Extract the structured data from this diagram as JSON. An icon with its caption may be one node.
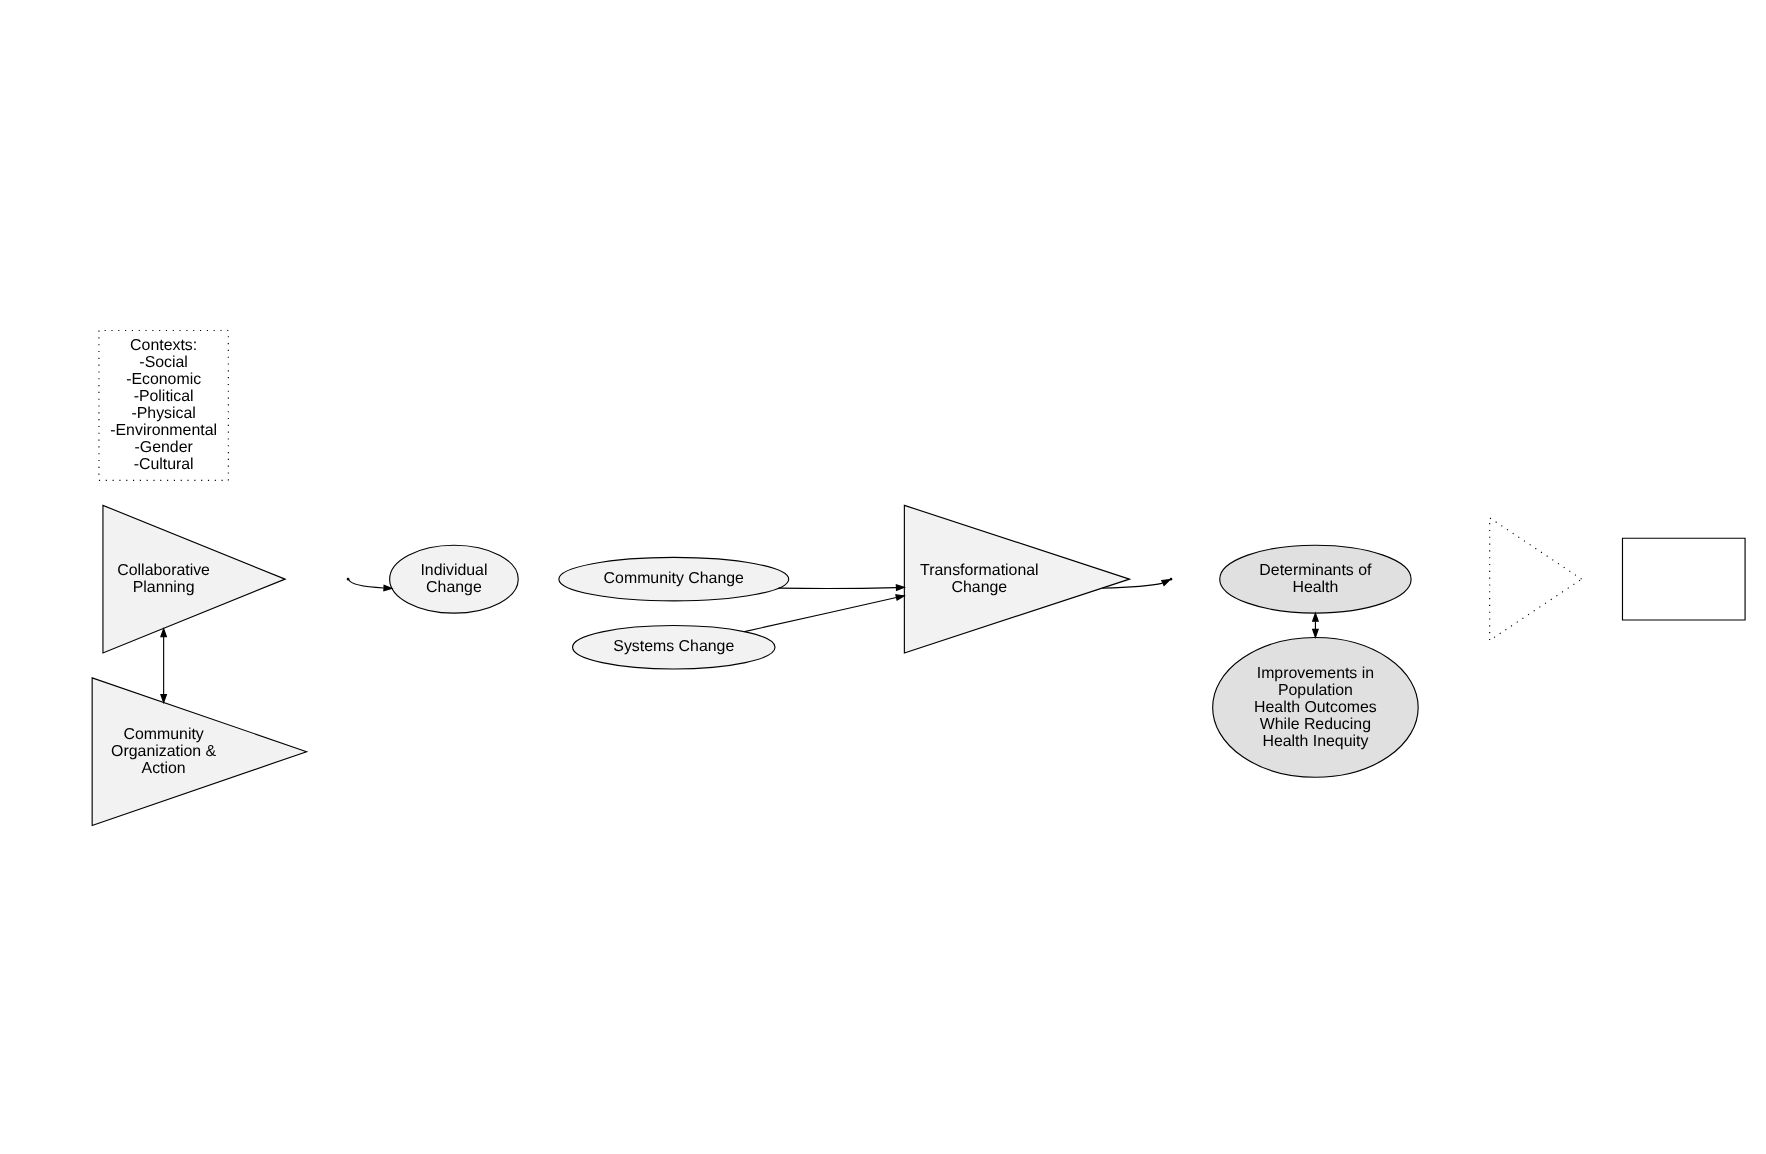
{
  "diagram": {
    "nodes": [
      {
        "text": [
          "Collaborative Planning"
        ]
      },
      {
        "text": [
          "Contexts: -Social -Economic -Political -Physical -Environmental -Gender -Cultural"
        ]
      },
      {
        "text": [
          "Individual Change"
        ]
      },
      {
        "text": [
          "Community Change"
        ]
      },
      {
        "text": [
          "Systems Change"
        ]
      },
      {
        "text": [
          "Transformational Change"
        ]
      },
      {
        "text": [
          "Determinants of Health"
        ]
      },
      {
        "text": [
          "Improvements in Population Health Outcomes While Reducing Health Inequity"
        ]
      },
      {
        "text": [
          "Community Organization & Action"
        ]
      },
      {
        "text": [],
        "shape": "triangle"
      },
      {
        "text": [],
        "shape": "box"
      }
    ],
    "edges": [
      {
        "from": 0,
        "to": 8,
        "arrow": "both"
      },
      {
        "from": null,
        "to": 2,
        "arrow": "to"
      },
      {
        "from": 3,
        "to": 5,
        "arrow": "to"
      },
      {
        "from": 4,
        "to": 5,
        "arrow": "to"
      },
      {
        "from": 5,
        "to": null,
        "arrow": "to"
      },
      {
        "from": 6,
        "to": 7,
        "arrow": "both"
      }
    ]
  }
}
